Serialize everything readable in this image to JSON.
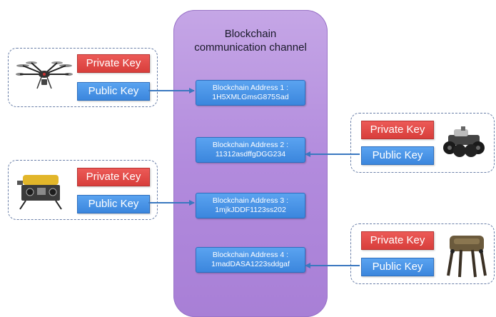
{
  "channel": {
    "title_line1": "Blockchain",
    "title_line2": "communication channel"
  },
  "addresses": [
    {
      "label": "Blockchain Address 1 :",
      "value": "1H5XMLGmsG875Sad"
    },
    {
      "label": "Blockchain Address 2 :",
      "value": "11312asdffgDGG234"
    },
    {
      "label": "Blockchain Address 3 :",
      "value": "1mjkJDDF1123ss202"
    },
    {
      "label": "Blockchain Address 4 :",
      "value": "1madDASA1223sddgaf"
    }
  ],
  "devices": [
    {
      "name": "drone",
      "private_key": "Private Key",
      "public_key": "Public Key"
    },
    {
      "name": "rover",
      "private_key": "Private Key",
      "public_key": "Public Key"
    },
    {
      "name": "underwater-robot",
      "private_key": "Private Key",
      "public_key": "Public Key"
    },
    {
      "name": "legged-robot",
      "private_key": "Private Key",
      "public_key": "Public Key"
    }
  ],
  "colors": {
    "channel": "#b28bdd",
    "address": "#3b86dd",
    "private_key": "#d83e3b",
    "public_key": "#3b86dd",
    "arrow": "#3a78c0"
  }
}
